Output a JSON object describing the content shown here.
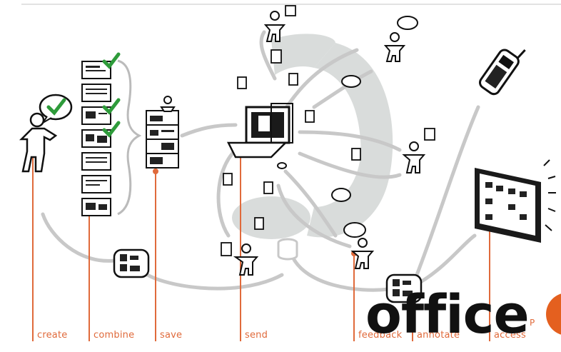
{
  "stages": [
    {
      "id": "create",
      "label": "create"
    },
    {
      "id": "combine",
      "label": "combine"
    },
    {
      "id": "save",
      "label": "save"
    },
    {
      "id": "send",
      "label": "send"
    },
    {
      "id": "feedback",
      "label": "feedback"
    },
    {
      "id": "annotate",
      "label": "annotate"
    },
    {
      "id": "access",
      "label": "access"
    }
  ],
  "overlay": {
    "word": "office",
    "badge_fragment": "P"
  },
  "colors": {
    "accent": "#e06a3b",
    "arrow": "#c8c8c8",
    "ring": "#d9dcdb",
    "ink": "#111111"
  },
  "icons": [
    "person-icon",
    "speech-bubble-icon",
    "checkmark-icon",
    "document-icon",
    "printer-icon",
    "computer-icon",
    "mobile-phone-icon",
    "display-screen-icon",
    "database-icon"
  ]
}
